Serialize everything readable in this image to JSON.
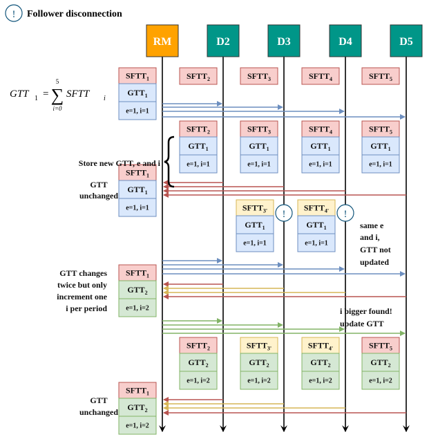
{
  "title": "Follower disconnection",
  "formula": {
    "lhs": "GTT",
    "lhs_sub": "1",
    "eq": "=",
    "sum_top": "5",
    "sum_bottom": "i=0",
    "term": "SFTT",
    "term_sub": "i"
  },
  "nodes": [
    {
      "label": "RM",
      "color": "#FFA200",
      "text_color": "#FFFFFF"
    },
    {
      "label": "D2",
      "color": "#009688",
      "text_color": "#FFFFFF"
    },
    {
      "label": "D3",
      "color": "#009688",
      "text_color": "#FFFFFF"
    },
    {
      "label": "D4",
      "color": "#009688",
      "text_color": "#FFFFFF"
    },
    {
      "label": "D5",
      "color": "#009688",
      "text_color": "#FFFFFF"
    }
  ],
  "colors": {
    "red_fill": "#F8CECC",
    "red_border": "#B85450",
    "blue_fill": "#DAE8FC",
    "blue_border": "#6C8EBF",
    "yellow_fill": "#FFF2CC",
    "yellow_border": "#D6B656",
    "green_fill": "#D5E8D4",
    "green_border": "#82B366",
    "arrow_blue": "#6C8EBF",
    "arrow_red": "#B85450",
    "arrow_yellow": "#D6B656",
    "arrow_green": "#82B366"
  },
  "labels": {
    "store": "Store new GTT, e and i",
    "gtt_unchanged_1": [
      "GTT",
      "unchanged"
    ],
    "same_e_i": [
      "same e",
      "and i,",
      "GTT not",
      "updated"
    ],
    "gtt_changes": [
      "GTT changes",
      "twice but only",
      "increment one",
      "i per period"
    ],
    "i_bigger": [
      "i bigger found!",
      "update GTT"
    ],
    "gtt_unchanged_2": [
      "GTT",
      "unchanged"
    ],
    "alert": "!"
  },
  "sftt_row": [
    {
      "main": "SFTT",
      "sub": "2"
    },
    {
      "main": "SFTT",
      "sub": "3"
    },
    {
      "main": "SFTT",
      "sub": "4"
    },
    {
      "main": "SFTT",
      "sub": "5"
    }
  ],
  "stacks": [
    {
      "id": "rm-1",
      "cells": [
        {
          "main": "SFTT",
          "sub": "1",
          "color": "red"
        },
        {
          "main": "GTT",
          "sub": "1",
          "color": "blue"
        },
        {
          "main": "e=1, i=1",
          "sub": "",
          "color": "blue"
        }
      ]
    },
    {
      "id": "d2-1",
      "cells": [
        {
          "main": "SFTT",
          "sub": "2",
          "color": "red"
        },
        {
          "main": "GTT",
          "sub": "1",
          "color": "blue"
        },
        {
          "main": "e=1, i=1",
          "sub": "",
          "color": "blue"
        }
      ]
    },
    {
      "id": "d3-1",
      "cells": [
        {
          "main": "SFTT",
          "sub": "3",
          "color": "red"
        },
        {
          "main": "GTT",
          "sub": "1",
          "color": "blue"
        },
        {
          "main": "e=1, i=1",
          "sub": "",
          "color": "blue"
        }
      ]
    },
    {
      "id": "d4-1",
      "cells": [
        {
          "main": "SFTT",
          "sub": "4",
          "color": "red"
        },
        {
          "main": "GTT",
          "sub": "1",
          "color": "blue"
        },
        {
          "main": "e=1, i=1",
          "sub": "",
          "color": "blue"
        }
      ]
    },
    {
      "id": "d5-1",
      "cells": [
        {
          "main": "SFTT",
          "sub": "5",
          "color": "red"
        },
        {
          "main": "GTT",
          "sub": "1",
          "color": "blue"
        },
        {
          "main": "e=1, i=1",
          "sub": "",
          "color": "blue"
        }
      ]
    },
    {
      "id": "rm-2",
      "cells": [
        {
          "main": "SFTT",
          "sub": "1",
          "color": "red"
        },
        {
          "main": "GTT",
          "sub": "1",
          "color": "blue"
        },
        {
          "main": "e=1, i=1",
          "sub": "",
          "color": "blue"
        }
      ]
    },
    {
      "id": "d3-2",
      "cells": [
        {
          "main": "SFTT",
          "sub": "3'",
          "color": "yellow"
        },
        {
          "main": "GTT",
          "sub": "1",
          "color": "blue"
        },
        {
          "main": "e=1, i=1",
          "sub": "",
          "color": "blue"
        }
      ]
    },
    {
      "id": "d4-2",
      "cells": [
        {
          "main": "SFTT",
          "sub": "4'",
          "color": "yellow"
        },
        {
          "main": "GTT",
          "sub": "1",
          "color": "blue"
        },
        {
          "main": "e=1, i=1",
          "sub": "",
          "color": "blue"
        }
      ]
    },
    {
      "id": "rm-3",
      "cells": [
        {
          "main": "SFTT",
          "sub": "1",
          "color": "red"
        },
        {
          "main": "GTT",
          "sub": "2",
          "color": "green"
        },
        {
          "main": "e=1, i=2",
          "sub": "",
          "color": "green"
        }
      ]
    },
    {
      "id": "d2-3",
      "cells": [
        {
          "main": "SFTT",
          "sub": "2",
          "color": "red"
        },
        {
          "main": "GTT",
          "sub": "2",
          "color": "green"
        },
        {
          "main": "e=1, i=2",
          "sub": "",
          "color": "green"
        }
      ]
    },
    {
      "id": "d3-3",
      "cells": [
        {
          "main": "SFTT",
          "sub": "3'",
          "color": "yellow"
        },
        {
          "main": "GTT",
          "sub": "2",
          "color": "green"
        },
        {
          "main": "e=1, i=2",
          "sub": "",
          "color": "green"
        }
      ]
    },
    {
      "id": "d4-3",
      "cells": [
        {
          "main": "SFTT",
          "sub": "4'",
          "color": "yellow"
        },
        {
          "main": "GTT",
          "sub": "2",
          "color": "green"
        },
        {
          "main": "e=1, i=2",
          "sub": "",
          "color": "green"
        }
      ]
    },
    {
      "id": "d5-3",
      "cells": [
        {
          "main": "SFTT",
          "sub": "5",
          "color": "red"
        },
        {
          "main": "GTT",
          "sub": "2",
          "color": "green"
        },
        {
          "main": "e=1, i=2",
          "sub": "",
          "color": "green"
        }
      ]
    },
    {
      "id": "rm-4",
      "cells": [
        {
          "main": "SFTT",
          "sub": "1",
          "color": "red"
        },
        {
          "main": "GTT",
          "sub": "2",
          "color": "green"
        },
        {
          "main": "e=1, i=2",
          "sub": "",
          "color": "green"
        }
      ]
    }
  ]
}
